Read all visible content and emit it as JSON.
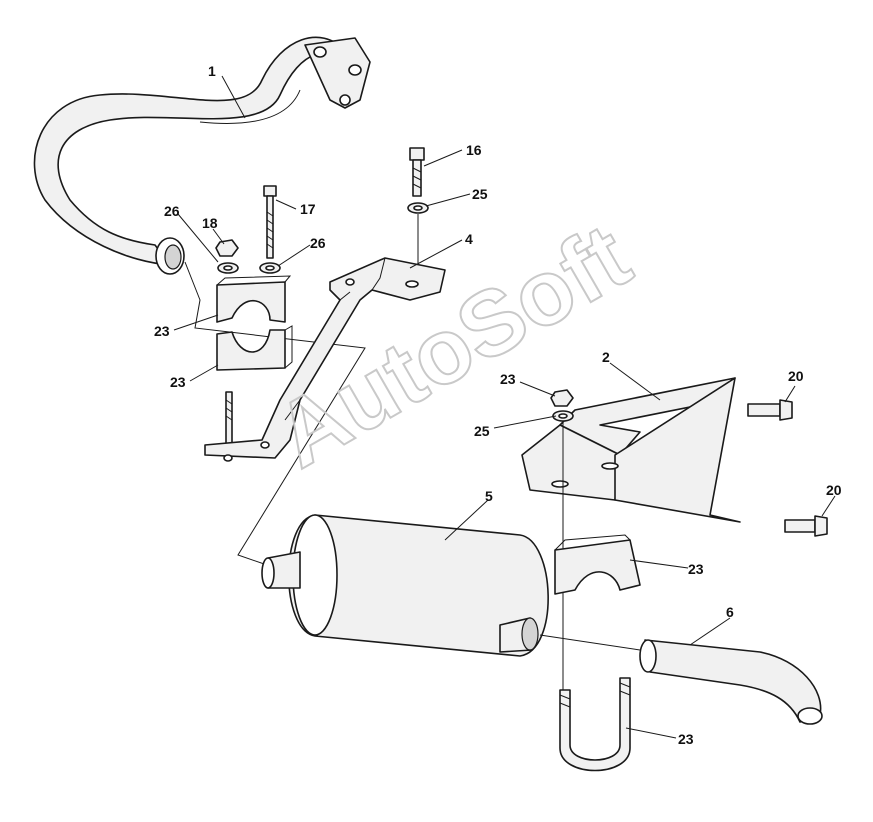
{
  "watermark": "AutoSoft",
  "callouts": [
    {
      "id": "c1",
      "text": "1"
    },
    {
      "id": "c16",
      "text": "16"
    },
    {
      "id": "c25a",
      "text": "25"
    },
    {
      "id": "c17",
      "text": "17"
    },
    {
      "id": "c26a",
      "text": "26"
    },
    {
      "id": "c18",
      "text": "18"
    },
    {
      "id": "c26b",
      "text": "26"
    },
    {
      "id": "c4",
      "text": "4"
    },
    {
      "id": "c23a",
      "text": "23"
    },
    {
      "id": "c23b",
      "text": "23"
    },
    {
      "id": "c2",
      "text": "2"
    },
    {
      "id": "c23c",
      "text": "23"
    },
    {
      "id": "c25b",
      "text": "25"
    },
    {
      "id": "c20a",
      "text": "20"
    },
    {
      "id": "c20b",
      "text": "20"
    },
    {
      "id": "c5",
      "text": "5"
    },
    {
      "id": "c23d",
      "text": "23"
    },
    {
      "id": "c6",
      "text": "6"
    },
    {
      "id": "c23e",
      "text": "23"
    }
  ]
}
